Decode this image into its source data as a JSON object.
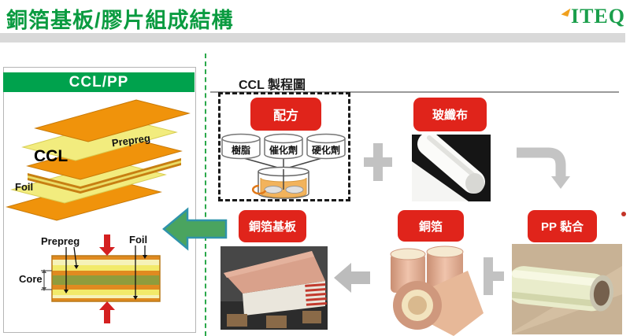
{
  "header": {
    "title": "銅箔基板/膠片組成結構",
    "logo_text": "ITEQ"
  },
  "left_panel": {
    "title": "CCL/PP",
    "stack": {
      "prepreg": "Prepreg",
      "ccl": "CCL",
      "foil": "Foil"
    },
    "cross_section": {
      "prepreg": "Prepreg",
      "foil": "Foil",
      "core": "Core"
    }
  },
  "process": {
    "title": "CCL 製程圖",
    "formula": "配方",
    "ingredients": [
      "樹脂",
      "催化劑",
      "硬化劑"
    ],
    "glass_cloth": "玻纖布",
    "ccl_board": "銅箔基板",
    "copper_foil": "銅箔",
    "pp_bonding": "PP 黏合"
  },
  "colors": {
    "title_green": "#0a9b40",
    "panel_green": "#00a24d",
    "box_red": "#e0241b",
    "gray_arrow": "#c2c2c2",
    "green_arrow_fill": "#4aa45f",
    "green_arrow_stroke": "#2f93ab",
    "divider_green": "#2aa84a"
  }
}
